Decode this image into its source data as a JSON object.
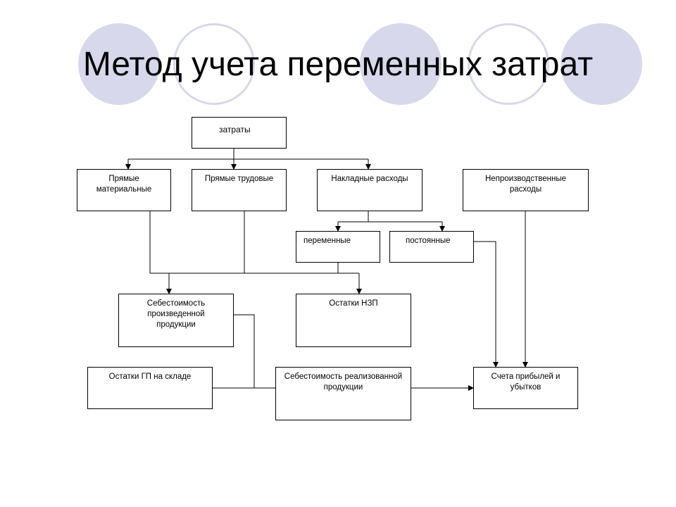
{
  "slide": {
    "title": "Метод учета переменных затрат",
    "accent_color": "#d8d8ec"
  },
  "diagram": {
    "nodes": {
      "zatraty": "затраты",
      "pryamye_materialnye": "Прямые материальные",
      "pryamye_trudovye": "Прямые трудовые",
      "nakladnye": "Накладные расходы",
      "neproizvodstvennye": "Непроизводственные расходы",
      "peremennye": "переменные",
      "postoyannye": "постоянные",
      "sebestoimost_proizv": "Себестоимость произведенной продукции",
      "ostatki_nzp": "Остатки НЗП",
      "ostatki_gp": "Остатки ГП на складе",
      "sebestoimost_real": "Себестоимость реализованной продукции",
      "scheta": "Счета прибылей и убытков"
    }
  }
}
